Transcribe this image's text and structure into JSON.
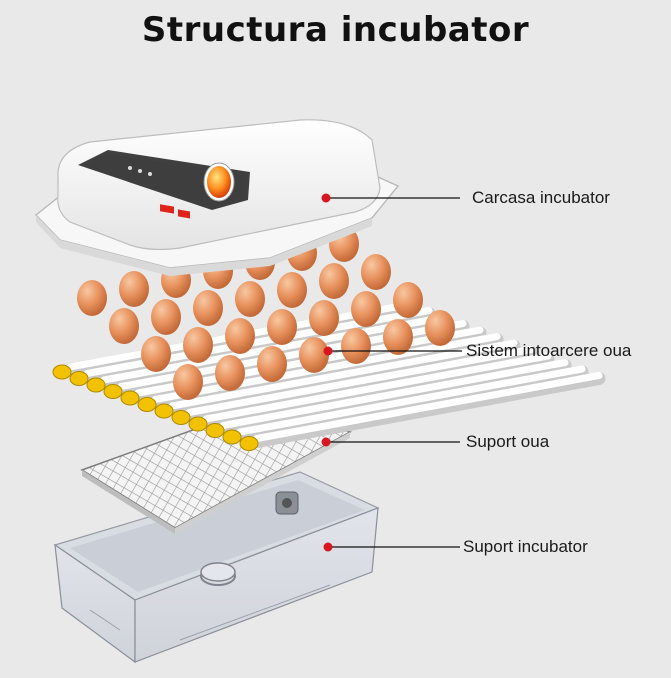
{
  "title": "Structura incubator",
  "parts": [
    {
      "id": "cover",
      "label": "Carcasa incubator"
    },
    {
      "id": "turner",
      "label": "Sistem intoarcere oua"
    },
    {
      "id": "tray",
      "label": "Suport oua"
    },
    {
      "id": "base",
      "label": "Suport incubator"
    }
  ],
  "colors": {
    "background": "#e9e9e9",
    "marker": "#d9161f",
    "egg": "#e8925e",
    "roller_cap": "#f2c200",
    "display": "#e0241c"
  }
}
